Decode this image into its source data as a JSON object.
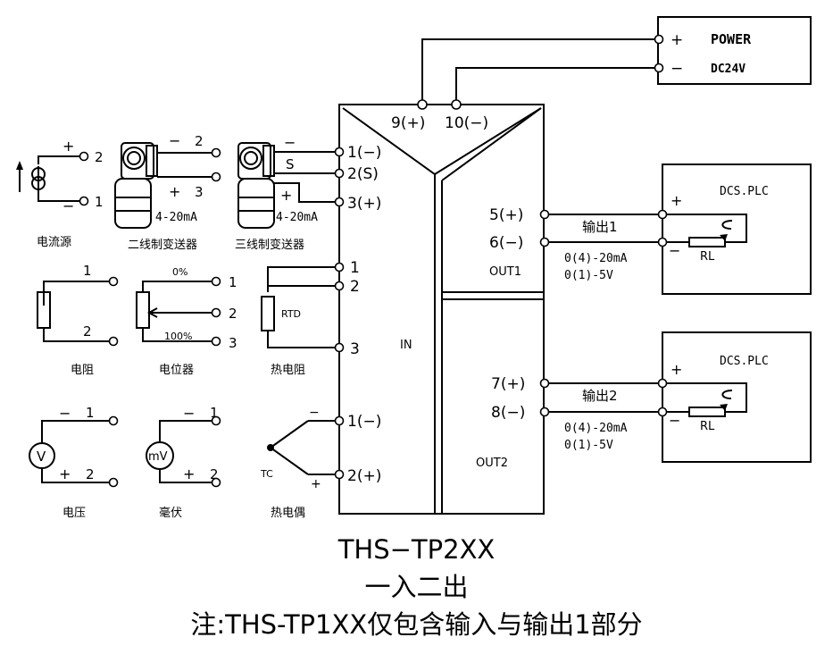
{
  "power": {
    "title": "POWER",
    "voltage": "DC24V",
    "plus": "+",
    "minus": "−"
  },
  "terminals": {
    "t9": "9(+)",
    "t10": "10(−)",
    "in1": "1(−)",
    "in2": "2(S)",
    "in3": "3(+)",
    "r1": "1",
    "r2": "2",
    "r3": "3",
    "tc1": "1(−)",
    "tc2": "2(+)",
    "o5": "5(+)",
    "o6": "6(−)",
    "o7": "7(+)",
    "o8": "8(−)"
  },
  "sections": {
    "in": "IN",
    "out1": "OUT1",
    "out2": "OUT2"
  },
  "outputs": [
    {
      "label": "输出1",
      "range1": "0(4)-20mA",
      "range2": "0(1)-5V",
      "device": "DCS.PLC",
      "load": "RL",
      "plus": "+",
      "minus": "−"
    },
    {
      "label": "输出2",
      "range1": "0(4)-20mA",
      "range2": "0(1)-5V",
      "device": "DCS.PLC",
      "load": "RL",
      "plus": "+",
      "minus": "−"
    }
  ],
  "current_source": {
    "label": "电流源",
    "plus": "+",
    "minus": "−",
    "pin_top": "2",
    "pin_bottom": "1"
  },
  "two_wire": {
    "label": "二线制变送器",
    "minus": "−",
    "pin_minus": "2",
    "plus": "+",
    "pin_plus": "3",
    "range": "4-20mA"
  },
  "three_wire": {
    "label": "三线制变送器",
    "minus": "−",
    "signal": "S",
    "plus": "+",
    "range": "4-20mA"
  },
  "resistor": {
    "label": "电阻",
    "pin_top": "1",
    "pin_bottom": "2"
  },
  "potentiometer": {
    "label": "电位器",
    "top_pct": "0%",
    "bottom_pct": "100%",
    "pin1": "1",
    "pin2": "2",
    "pin3": "3"
  },
  "rtd": {
    "label": "热电阻",
    "element": "RTD"
  },
  "voltage": {
    "label": "电压",
    "symbol": "V",
    "minus": "−",
    "pin1": "1",
    "plus": "+",
    "pin2": "2"
  },
  "millivolt": {
    "label": "毫伏",
    "symbol": "mV",
    "minus": "−",
    "pin1": "1",
    "plus": "+",
    "pin2": "2"
  },
  "thermocouple": {
    "label": "热电偶",
    "element": "TC",
    "minus": "−",
    "plus": "+"
  },
  "captions": {
    "model": "THS−TP2XX",
    "mode": "一入二出",
    "note": "注:THS-TP1XX仅包含输入与输出1部分"
  }
}
